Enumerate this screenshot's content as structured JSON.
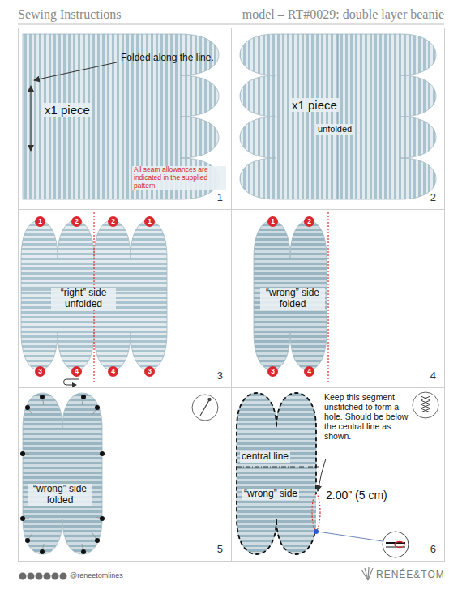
{
  "diagram": {
    "title": "Sewing Instructions",
    "nodes": [
      {
        "text": [
          "Folded along the line.",
          "x1 piece",
          "All seam allowances are indicated in the supplied pattern",
          "1"
        ]
      },
      {
        "text": [
          "x1 piece",
          "unfolded",
          "2"
        ]
      },
      {
        "text": [
          "“right” side unfolded",
          "3"
        ]
      },
      {
        "text": [
          "1"
        ],
        "in": 2
      },
      {
        "text": [
          "2"
        ],
        "in": 2
      },
      {
        "text": [
          "2"
        ],
        "in": 2
      },
      {
        "text": [
          "1"
        ],
        "in": 2
      },
      {
        "text": [
          "3"
        ],
        "in": 2
      },
      {
        "text": [
          "4"
        ],
        "in": 2
      },
      {
        "text": [
          "4"
        ],
        "in": 2
      },
      {
        "text": [
          "3"
        ],
        "in": 2
      },
      {
        "text": [
          "“wrong” side folded",
          "4"
        ]
      },
      {
        "text": [
          "1"
        ],
        "in": 11
      },
      {
        "text": [
          "2"
        ],
        "in": 11
      },
      {
        "text": [
          "3"
        ],
        "in": 11
      },
      {
        "text": [
          "4"
        ],
        "in": 11
      },
      {
        "text": [
          "“wrong” side folded",
          "5"
        ]
      },
      {
        "text": [
          "central line",
          "Keep this segment unstitched to form a hole. Should be below the central line as shown.",
          "“wrong” side",
          "2.00\" (5 cm)",
          "6"
        ]
      }
    ],
    "labels": [
      "model – RT#0029: double layer beanie",
      "@reneetomlines",
      "RENÉE&TOM"
    ]
  }
}
